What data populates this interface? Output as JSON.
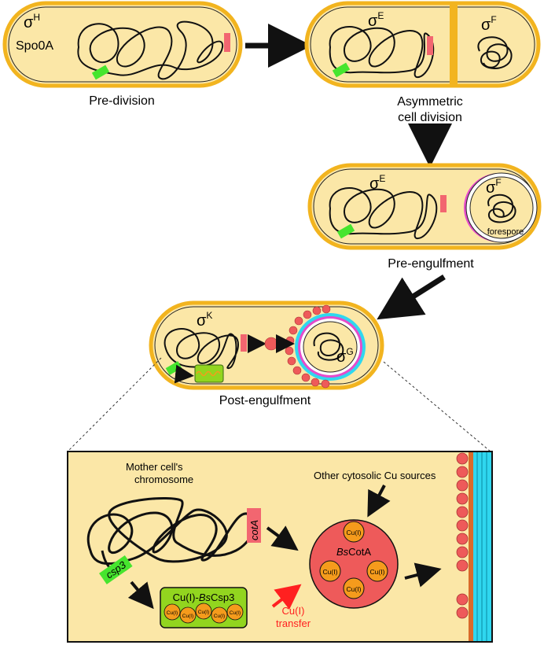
{
  "stages": {
    "pre_division": {
      "label": "Pre-division",
      "sigma": "σ",
      "sigma_sup": "H",
      "regulator": "Spo0A"
    },
    "asymmetric": {
      "label_line1": "Asymmetric",
      "label_line2": "cell division",
      "sigma_mother": "σ",
      "sigma_mother_sup": "E",
      "sigma_fore": "σ",
      "sigma_fore_sup": "F"
    },
    "pre_engulfment": {
      "label": "Pre-engulfment",
      "sigma_mother": "σ",
      "sigma_mother_sup": "E",
      "sigma_fore": "σ",
      "sigma_fore_sup": "F",
      "forespore": "forespore"
    },
    "post_engulfment": {
      "label": "Post-engulfment",
      "sigma_mother": "σ",
      "sigma_mother_sup": "K",
      "sigma_fore": "σ",
      "sigma_fore_sup": "G"
    }
  },
  "detail": {
    "chromosome_line1": "Mother cell's",
    "chromosome_line2": "chromosome",
    "cu_sources": "Other cytosolic Cu sources",
    "cota_gene": "cotA",
    "csp3_gene": "csp3",
    "csp3_label_pre": "Cu(I)-",
    "csp3_label_italic": "Bs",
    "csp3_label_post": "Csp3",
    "cota_label_italic": "Bs",
    "cota_label_post": "CotA",
    "cu_label": "Cu(I)",
    "transfer_line1": "Cu(I)",
    "transfer_line2": "transfer"
  },
  "colors": {
    "cell_fill": "#fbe7a7",
    "cell_border": "#f2b41f",
    "gene_green": "#46e52e",
    "gene_red": "#f26670",
    "protein_red": "#ee5a5a",
    "cu_orange": "#f59b1c",
    "csp3_fill": "#92d51f",
    "membrane_cyan": "#2fd7ef",
    "membrane_orange": "#d96a2a",
    "forespore_magenta": "#e54ccb",
    "transfer_arrow": "#ff2020"
  }
}
